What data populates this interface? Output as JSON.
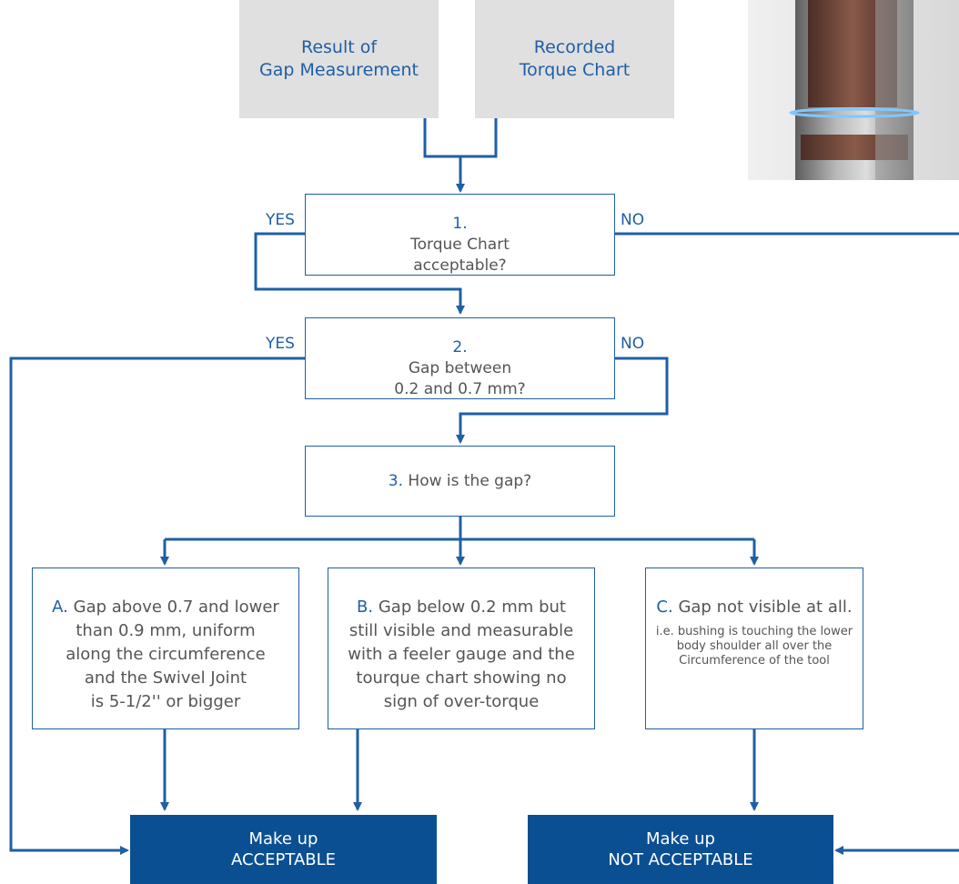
{
  "sources": {
    "gap": "Result of\nGap Measurement",
    "torque": "Recorded\nTorque Chart"
  },
  "steps": {
    "s1_num": "1.",
    "s1_text": "Torque Chart\nacceptable?",
    "s2_num": "2.",
    "s2_text": "Gap between\n0.2 and 0.7 mm?",
    "s3_num": "3.",
    "s3_text": "How is the gap?"
  },
  "labels": {
    "s1_yes": "YES",
    "s1_no": "NO",
    "s2_yes": "YES",
    "s2_no": "NO"
  },
  "options": {
    "a_letter": "A.",
    "a_text": "Gap above 0.7 and lower\nthan 0.9 mm, uniform\nalong the circumference\nand the Swivel Joint\nis 5-1/2'' or bigger",
    "b_letter": "B.",
    "b_text": "Gap below 0.2 mm but\nstill visible and measurable\nwith a feeler gauge and the\ntourque chart showing no\nsign of over-torque",
    "c_letter": "C.",
    "c_text": "Gap not visible at all.",
    "c_note": "i.e. bushing is touching the lower\nbody shoulder all over the\nCircumference of the tool"
  },
  "results": {
    "acceptable": "Make up\nACCEPTABLE",
    "not_acceptable": "Make up\nNOT ACCEPTABLE"
  },
  "colors": {
    "accent": "#1f5fa6",
    "result_fill": "#0b4f93",
    "source_fill": "#e0e0e0"
  }
}
